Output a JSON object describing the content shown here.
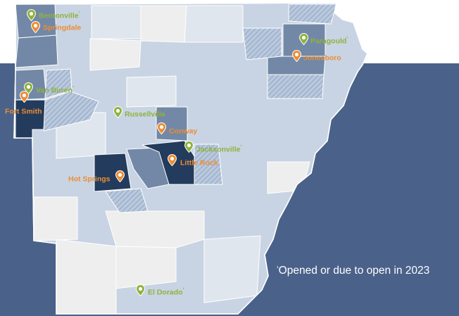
{
  "colors": {
    "background_band": "#4a6189",
    "state_base": "#c8d4e3",
    "county_light": "#dfe6ee",
    "county_white": "#eeeeee",
    "county_mid": "#7288a6",
    "county_dark": "#233b5c",
    "hatch": "#8fa6c4",
    "green_pin": "#8fb23d",
    "orange_pin": "#ec8d34"
  },
  "locations": [
    {
      "name": "Bentonville",
      "marker": "¹",
      "pin": "green"
    },
    {
      "name": "Springdale",
      "marker": "",
      "pin": "orange"
    },
    {
      "name": "Paragould",
      "marker": "¹",
      "pin": "green"
    },
    {
      "name": "Jonesboro",
      "marker": "",
      "pin": "orange"
    },
    {
      "name": "Van Buren",
      "marker": "¹",
      "pin": "green"
    },
    {
      "name": "Fort Smith",
      "marker": "",
      "pin": "orange"
    },
    {
      "name": "Russellville",
      "marker": "¹",
      "pin": "green"
    },
    {
      "name": "Conway",
      "marker": "",
      "pin": "orange"
    },
    {
      "name": "Jacksonville",
      "marker": "¹",
      "pin": "green"
    },
    {
      "name": "Little Rock",
      "marker": "",
      "pin": "orange"
    },
    {
      "name": "Hot Springs",
      "marker": "",
      "pin": "orange"
    },
    {
      "name": "El Dorado",
      "marker": "¹",
      "pin": "green"
    }
  ],
  "footnote": {
    "marker": "¹",
    "text": "Opened or due to open in 2023"
  }
}
